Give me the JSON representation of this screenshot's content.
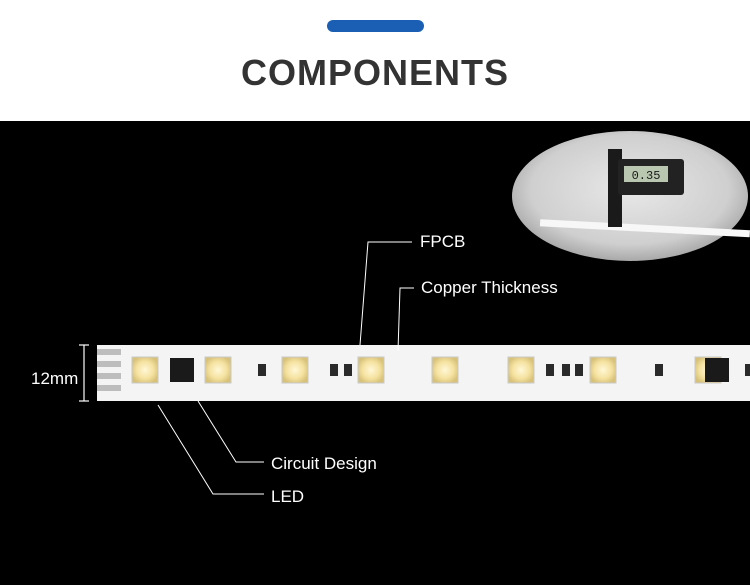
{
  "header": {
    "title": "COMPONENTS",
    "accent_color": "#1a5fb4"
  },
  "photo": {
    "background": "#000000",
    "inset_caliper_reading": "0.35",
    "width_dimension": "12mm",
    "labels": {
      "fpcb": "FPCB",
      "copper_thickness": "Copper Thickness",
      "circuit_design": "Circuit Design",
      "led": "LED"
    }
  }
}
